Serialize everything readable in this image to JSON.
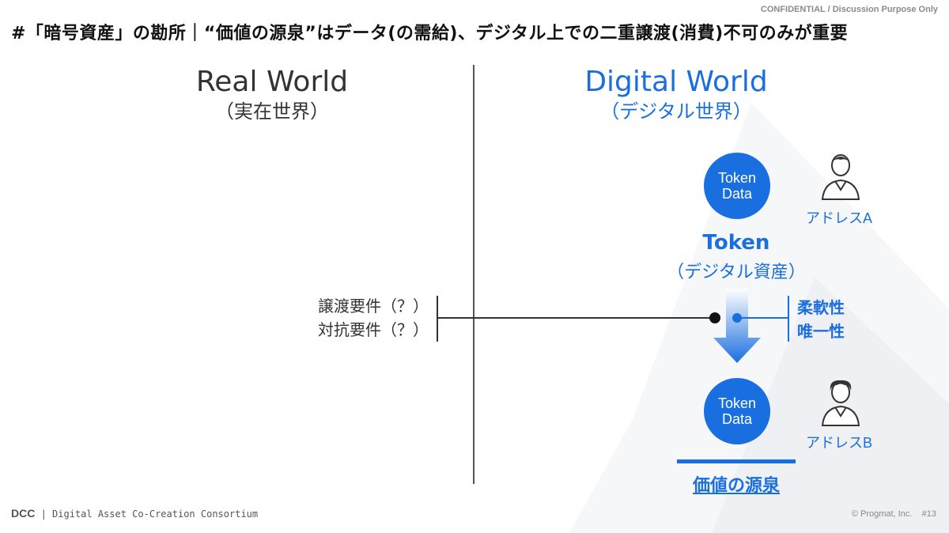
{
  "header": {
    "confidential": "CONFIDENTIAL / Discussion Purpose Only",
    "title": "#「暗号資産」の勘所｜“価値の源泉”はデータ(の需給)、デジタル上での二重譲渡(消費)不可のみが重要"
  },
  "real_world": {
    "heading": "Real World",
    "subheading": "（実在世界）"
  },
  "digital_world": {
    "heading": "Digital World",
    "subheading": "（デジタル世界）"
  },
  "token_top": {
    "line1": "Token",
    "line2": "Data",
    "address": "アドレスA"
  },
  "token_middle": {
    "label": "Token",
    "sub": "（デジタル資産）"
  },
  "token_bottom": {
    "line1": "Token",
    "line2": "Data",
    "address": "アドレスB"
  },
  "requirements": [
    "譲渡要件（？）",
    "対抗要件（？）"
  ],
  "properties": [
    "柔軟性",
    "唯一性"
  ],
  "value_source": "価値の源泉",
  "footer": {
    "org_abbr": "DCC",
    "org_name": "Digital Asset Co-Creation Consortium",
    "copyright": "© Progmat, Inc.",
    "page": "#13"
  },
  "colors": {
    "accent": "#1a6fe0",
    "text": "#222222",
    "muted": "#888888"
  }
}
